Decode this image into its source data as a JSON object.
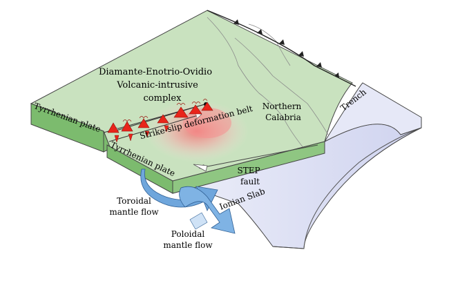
{
  "diagram": {
    "labels": {
      "diamante_line1": "Diamante-Enotrio-Ovidio",
      "diamante_line2": "Volcanic-intrusive",
      "diamante_line3": "complex",
      "strike_slip": "Strike-slip deformation belt",
      "northern_line1": "Northern",
      "northern_line2": "Calabria",
      "trench": "Trench",
      "tyrrhenian_upper": "Tyrrhenian plate",
      "tyrrhenian_lower": "Tyrrhenian plate",
      "step_line1": "STEP",
      "step_line2": "fault",
      "ionian_slab": "Ionian Slab",
      "toroidal_line1": "Toroidal",
      "toroidal_line2": "mantle flow",
      "poloidal_line1": "Poloidal",
      "poloidal_line2": "mantle flow"
    },
    "colors": {
      "plate_top": "#c9e2bf",
      "plate_side": "#7cbb6e",
      "slab": "#d9dcf3",
      "slab_edge": "#b7bce6",
      "flow_arrow": "#6fa6dc",
      "volcano": "#e8251b",
      "heat": "#f47a7a"
    }
  }
}
